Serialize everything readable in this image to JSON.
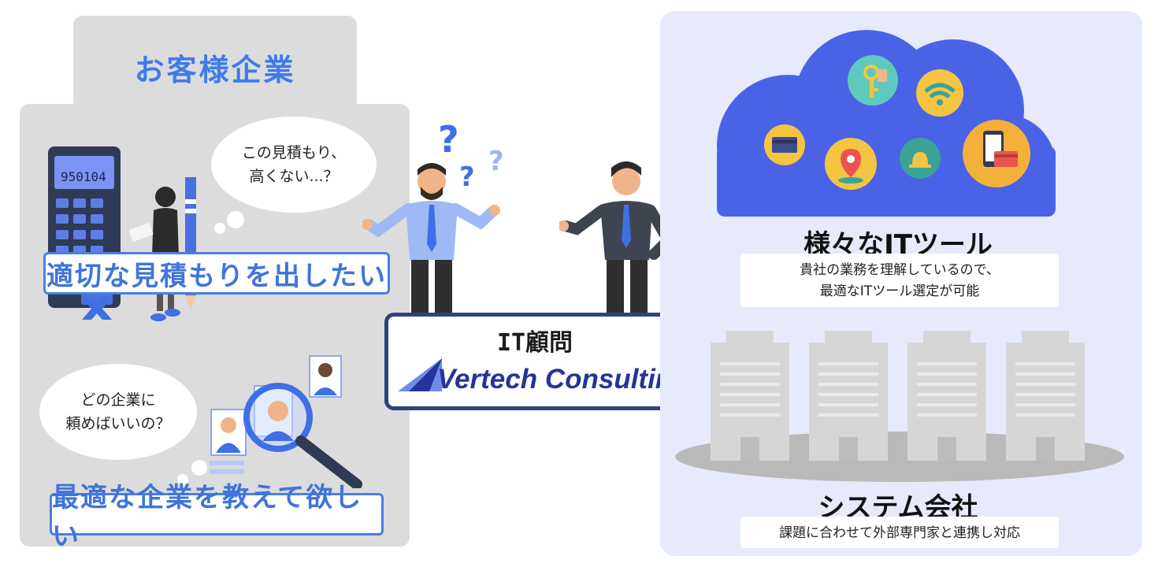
{
  "client": {
    "title": "お客様企業",
    "bubble1": [
      "この見積もり、",
      "高くない...？"
    ],
    "want1": "適切な見積もりを出したい",
    "bubble2": [
      "どの企業に",
      "頼めばいいの？"
    ],
    "want2": "最適な企業を教えて欲しい",
    "calculator_display": "950104"
  },
  "advisor": {
    "title": "IT顧問",
    "logo_text": "Vertech Consulting"
  },
  "tools": {
    "title": "様々なITツール",
    "description": [
      "貴社の業務を理解しているので、",
      "最適なITツール選定が可能"
    ]
  },
  "system": {
    "title": "システム会社",
    "description": "課題に合わせて外部専門家と連携し対応"
  },
  "icons": [
    "key-icon",
    "wifi-icon",
    "credit-card-icon",
    "location-pin-icon",
    "alarm-bell-icon",
    "mobile-payment-icon"
  ],
  "colors": {
    "accent": "#3f7bea",
    "cloud": "#4a63e6",
    "client_bg": "#dcdcdc",
    "right_bg": "#e7eafa",
    "logo": "#24349a"
  }
}
